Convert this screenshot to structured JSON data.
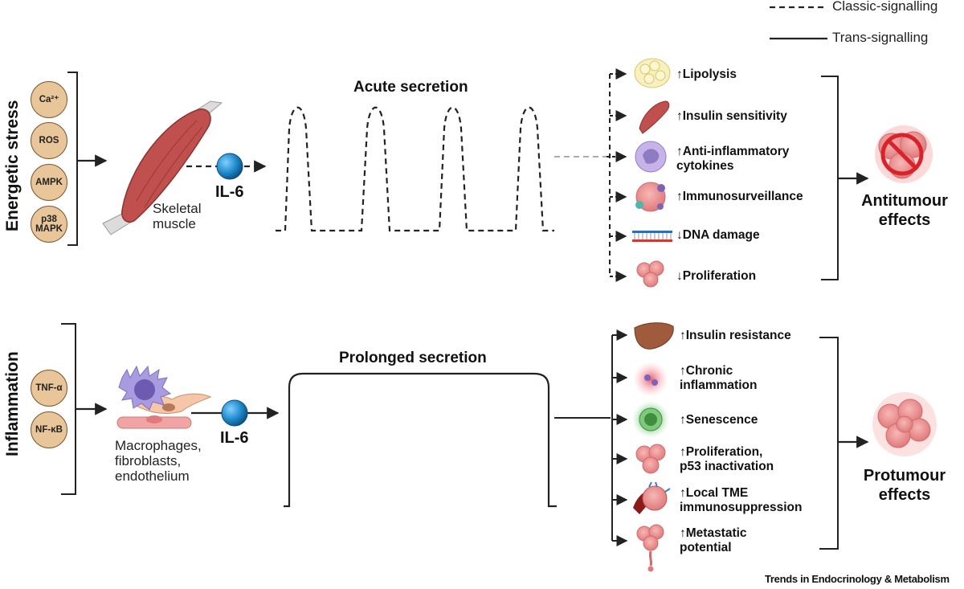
{
  "legend": {
    "classic": "Classic-signalling",
    "trans": "Trans-signalling"
  },
  "top": {
    "side_label": "Energetic stress",
    "signals": [
      "Ca²⁺",
      "ROS",
      "AMPK",
      "p38\nMAPK"
    ],
    "source_label": "Skeletal\nmuscle",
    "il6": "IL-6",
    "secretion_title": "Acute secretion",
    "effects": [
      "↑Lipolysis",
      "↑Insulin sensitivity",
      "↑Anti-inflammatory\ncytokines",
      "↑Immunosurveillance",
      "↓DNA damage",
      "↓Proliferation"
    ],
    "outcome": "Antitumour\neffects"
  },
  "bottom": {
    "side_label": "Inflammation",
    "signals": [
      "TNF-α",
      "NF-κB"
    ],
    "source_label": "Macrophages,\nfibroblasts,\nendothelium",
    "il6": "IL-6",
    "secretion_title": "Prolonged secretion",
    "effects": [
      "↑Insulin resistance",
      "↑Chronic\ninflammation",
      "↑Senescence",
      "↑Proliferation,\np53 inactivation",
      "↑Local TME\nimmunosuppression",
      "↑Metastatic\npotential"
    ],
    "outcome": "Protumour\neffects"
  },
  "footer": "Trends in Endocrinology & Metabolism",
  "colors": {
    "badge_fill": "#e8c69a",
    "il6_blue": "#1e88c8",
    "muscle_red": "#c0504d",
    "tumour_pink": "#e8898a",
    "macrophage_purple": "#8e7cc3",
    "senescence_green": "#5cb85c"
  }
}
